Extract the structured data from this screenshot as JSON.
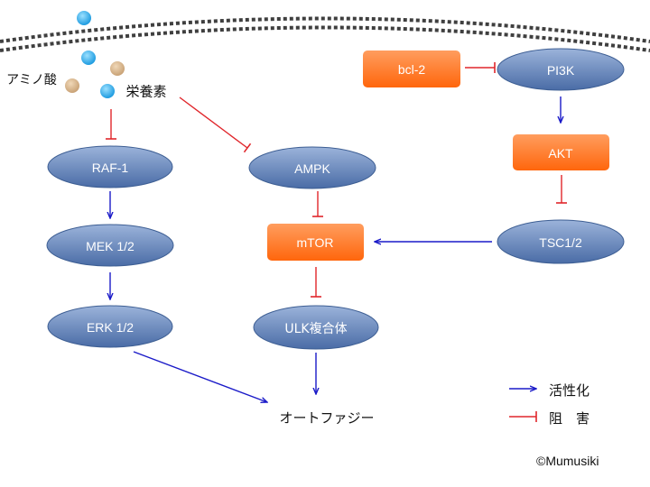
{
  "colors": {
    "activation": "#1a1ac8",
    "inhibition": "#e0262b",
    "ellipse_fill_top": "#8aa4cf",
    "ellipse_fill_bottom": "#4c6fa8",
    "box_fill_top": "#ff9a5a",
    "box_fill_bottom": "#ff6a10",
    "membrane": "#3a3a3a",
    "nutrient_blue": "#2aaae8",
    "amino_tan": "#d6b48c"
  },
  "labels": {
    "amino_acid": "アミノ酸",
    "nutrient": "栄養素",
    "autophagy": "オートファジー",
    "copyright": "©Mumusiki"
  },
  "nodes": {
    "raf1": "RAF-1",
    "mek": "MEK 1/2",
    "erk": "ERK 1/2",
    "ampk": "AMPK",
    "mtor": "mTOR",
    "ulk": "ULK複合体",
    "bcl2": "bcl-2",
    "pi3k": "PI3K",
    "akt": "AKT",
    "tsc": "TSC1/2"
  },
  "legend": {
    "activation": "活性化",
    "inhibition": "阻　害"
  },
  "edges": [
    {
      "from": "nutrient",
      "to": "raf1",
      "type": "inhibition"
    },
    {
      "from": "nutrient",
      "to": "ampk",
      "type": "inhibition"
    },
    {
      "from": "raf1",
      "to": "mek",
      "type": "activation"
    },
    {
      "from": "mek",
      "to": "erk",
      "type": "activation"
    },
    {
      "from": "erk",
      "to": "autophagy",
      "type": "activation"
    },
    {
      "from": "ampk",
      "to": "mtor",
      "type": "inhibition"
    },
    {
      "from": "mtor",
      "to": "ulk",
      "type": "inhibition"
    },
    {
      "from": "ulk",
      "to": "autophagy",
      "type": "activation"
    },
    {
      "from": "bcl2",
      "to": "pi3k",
      "type": "inhibition"
    },
    {
      "from": "pi3k",
      "to": "akt",
      "type": "activation"
    },
    {
      "from": "akt",
      "to": "tsc",
      "type": "inhibition"
    },
    {
      "from": "tsc",
      "to": "mtor",
      "type": "activation"
    }
  ]
}
